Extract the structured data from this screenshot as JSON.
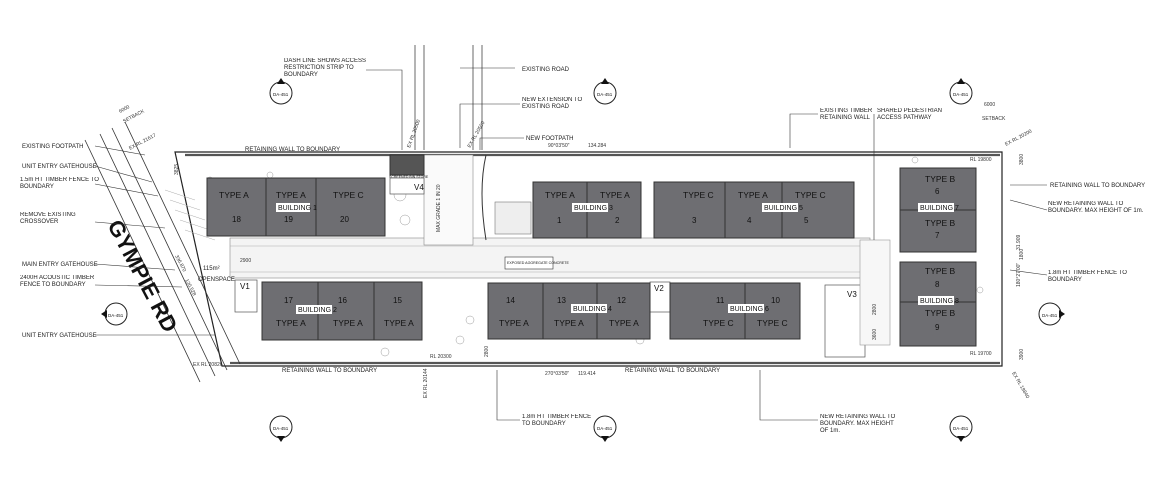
{
  "road_name": "GYMPIE RD",
  "colors": {
    "building": "#6e6e72",
    "wall": "#555555",
    "line": "#222222",
    "pavement": "#e9e9e9"
  },
  "annotations": {
    "existing_footpath": "EXISTING FOOTPATH",
    "unit_entry_gatehouse_top": "UNIT ENTRY GATEHOUSE",
    "timber_fence_15": "1.5m HT TIMBER FENCE TO BOUNDARY",
    "remove_crossover": "REMOVE EXISTING CROSSOVER",
    "main_entry_gatehouse": "MAIN ENTRY GATEHOUSE",
    "acoustic_fence": "2400H ACOUSTIC TIMBER FENCE TO BOUNDARY",
    "unit_entry_gatehouse_bottom": "UNIT ENTRY GATEHOUSE",
    "dash_line": "DASH LINE SHOWS ACCESS RESTRICTION STRIP TO BOUNDARY",
    "existing_road": "EXISTING ROAD",
    "new_extension": "NEW EXTENSION TO EXISTING ROAD",
    "new_footpath": "NEW FOOTPATH",
    "existing_timber_wall": "EXISTING TIMBER RETAINING WALL",
    "shared_pathway": "SHARED PEDESTRIAN ACCESS PATHWAY",
    "retaining_wall_boundary_right": "RETAINING WALL TO BOUNDARY",
    "new_retaining_wall_right": "NEW RETAINING WALL TO BOUNDARY. MAX HEIGHT OF 1m.",
    "timber_fence_18_right": "1.8m HT TIMBER FENCE TO BOUNDARY",
    "retaining_wall_top": "RETAINING WALL TO BOUNDARY",
    "retaining_wall_bottom_left": "RETAINING WALL TO BOUNDARY",
    "retaining_wall_bottom_right": "RETAINING WALL TO BOUNDARY",
    "timber_fence_18_bottom": "1.8m HT TIMBER FENCE TO BOUNDARY",
    "new_retaining_wall_bottom": "NEW RETAINING WALL TO BOUNDARY. MAX HEIGHT OF 1m.",
    "max_grade": "MAX GRADE 1 IN 20",
    "exposed_aggregate": "EXPOSED AGGREGATE CONCRETE",
    "open_space_area": "115m²",
    "open_space": "OPENSPACE",
    "bin_store": "SCREENED BIN STORE"
  },
  "levels": {
    "ex_rl_21617": "EX RL 21617",
    "ex_rl_20500": "EX RL 20500",
    "ex_rl_20500b": "EX RL 20500",
    "ex_rl_20200": "EX RL 20200",
    "rl_19800": "RL 19800",
    "rl_19700": "RL 19700",
    "ex_rl_19840": "EX RL 19840",
    "ex_rl_20826": "EX RL 20826",
    "rl_20300": "RL 20300",
    "ex_rl_20144": "EX RL 20144"
  },
  "bearings": {
    "top": "90°03'50\"",
    "top_len": "134.284",
    "bottom": "270°03'50\"",
    "bottom_len": "119.414",
    "right": "180°27'00\"",
    "right_len": "31.909",
    "left_a": "336.870",
    "left_b": "120.528"
  },
  "dims": {
    "d6000_left": "6000",
    "d6000_right": "6000",
    "setback": "SETBACK",
    "d3825": "3825",
    "d2900": "2900",
    "d3800": "3800",
    "d2800": "2800",
    "d3600": "3600",
    "d1800": "1800",
    "d3900": "3900",
    "d2800b": "2800"
  },
  "visitor_parks": {
    "v1": "V1",
    "v2": "V2",
    "v3": "V3",
    "v4": "V4"
  },
  "section_markers": {
    "id": "1",
    "sheet": "DA-451",
    "top_id": "1",
    "id2": "2",
    "id3": "3"
  },
  "buildings": [
    {
      "name": "BUILDING 1",
      "units": [
        {
          "type": "TYPE A",
          "num": "18"
        },
        {
          "type": "TYPE A",
          "num": "19"
        },
        {
          "type": "TYPE C",
          "num": "20"
        }
      ]
    },
    {
      "name": "BUILDING 2",
      "units": [
        {
          "type": "TYPE A",
          "num": "17"
        },
        {
          "type": "TYPE A",
          "num": "16"
        },
        {
          "type": "TYPE A",
          "num": "15"
        }
      ]
    },
    {
      "name": "BUILDING 3",
      "units": [
        {
          "type": "TYPE A",
          "num": "1"
        },
        {
          "type": "TYPE A",
          "num": "2"
        }
      ]
    },
    {
      "name": "BUILDING 4",
      "units": [
        {
          "type": "TYPE A",
          "num": "14"
        },
        {
          "type": "TYPE A",
          "num": "13"
        },
        {
          "type": "TYPE A",
          "num": "12"
        }
      ]
    },
    {
      "name": "BUILDING 5",
      "units": [
        {
          "type": "TYPE C",
          "num": "3"
        },
        {
          "type": "TYPE A",
          "num": "4"
        },
        {
          "type": "TYPE C",
          "num": "5"
        }
      ]
    },
    {
      "name": "BUILDING 6",
      "units": [
        {
          "type": "TYPE C",
          "num": "11"
        },
        {
          "type": "TYPE C",
          "num": "10"
        }
      ]
    },
    {
      "name": "BUILDING 7",
      "units": [
        {
          "type": "TYPE B",
          "num": "6"
        },
        {
          "type": "TYPE B",
          "num": "7"
        }
      ]
    },
    {
      "name": "BUILDING 8",
      "units": [
        {
          "type": "TYPE B",
          "num": "8"
        },
        {
          "type": "TYPE B",
          "num": "9"
        }
      ]
    }
  ]
}
